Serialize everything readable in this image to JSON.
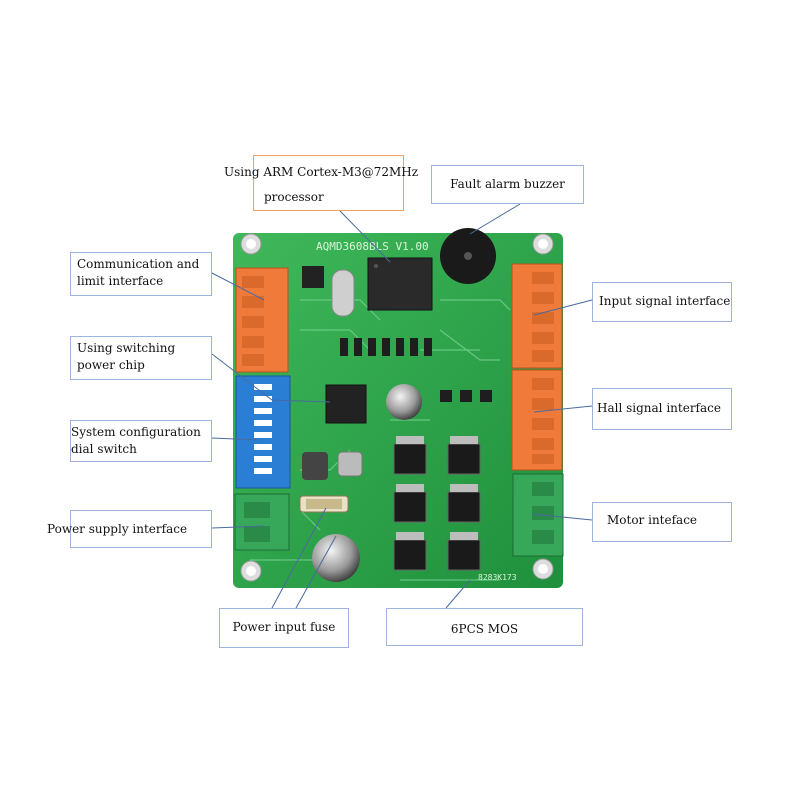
{
  "board": {
    "title": "AQMD3608BLS V1.00",
    "serial": "8283K173"
  },
  "callouts": {
    "processor": {
      "line1": "Using ARM Cortex-M3@72MHz",
      "line2": "processor"
    },
    "buzzer": {
      "line1": "Fault alarm buzzer"
    },
    "communication": {
      "line1": "Communication and",
      "line2": "limit interface"
    },
    "input_signal": {
      "line1": "Input signal interface"
    },
    "switching_chip": {
      "line1": "Using switching",
      "line2": "power chip"
    },
    "hall_signal": {
      "line1": "Hall signal interface"
    },
    "dial_switch": {
      "line1": "System configuration",
      "line2": "dial switch"
    },
    "power_supply": {
      "line1": "Power supply interface"
    },
    "motor": {
      "line1": "Motor inteface"
    },
    "fuse": {
      "line1": "Power input fuse"
    },
    "mos": {
      "line1": "6PCS MOS"
    }
  },
  "colors": {
    "pcb_green": "#2fa84a",
    "terminal_orange": "#f07a3a",
    "terminal_green": "#37a85a",
    "dip_blue": "#2a7fd4",
    "callout_border": "#9db4dc",
    "processor_border": "#f0a060",
    "leader_line": "#4a6aa0"
  }
}
